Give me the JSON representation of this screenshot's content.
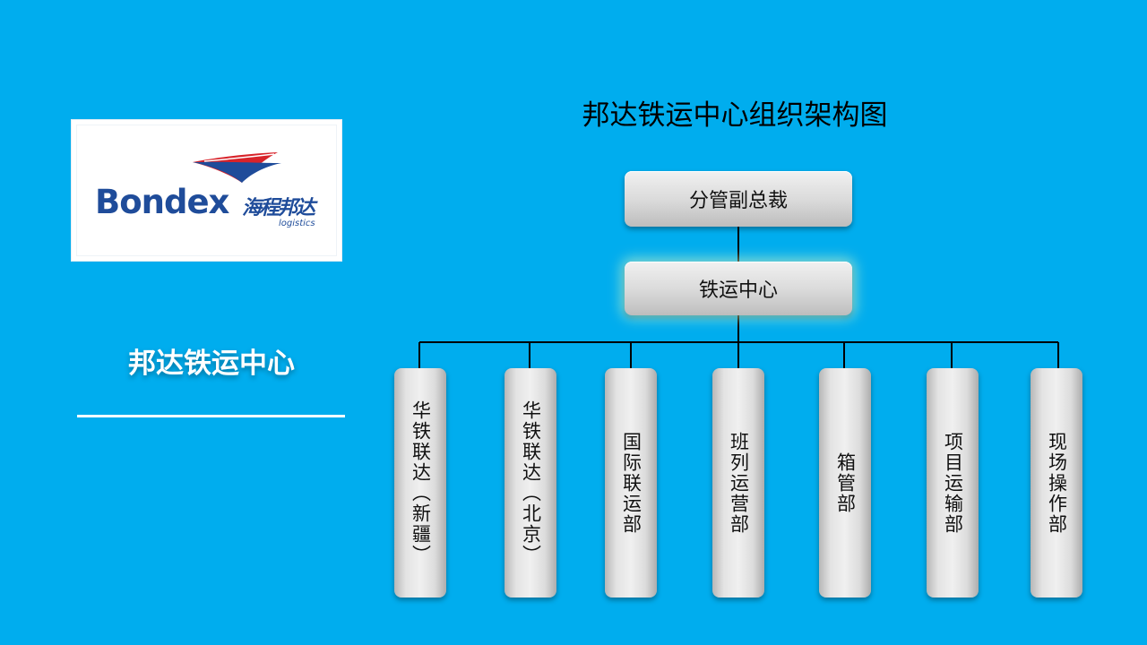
{
  "logo": {
    "brand": "Bondex",
    "brand_cn": "海程邦达",
    "brand_sub": "logistics"
  },
  "left": {
    "title": "邦达铁运中心"
  },
  "chart": {
    "title": "邦达铁运中心组织架构图",
    "top_node": "分管副总裁",
    "center_node": "铁运中心",
    "departments": [
      "华铁联达（新疆）",
      "华铁联达（北京）",
      "国际联运部",
      "班列运营部",
      "箱管部",
      "项目运输部",
      "现场操作部"
    ]
  },
  "colors": {
    "background": "#00adee",
    "brand_blue": "#1f4c9a",
    "brand_red": "#d8232a"
  }
}
